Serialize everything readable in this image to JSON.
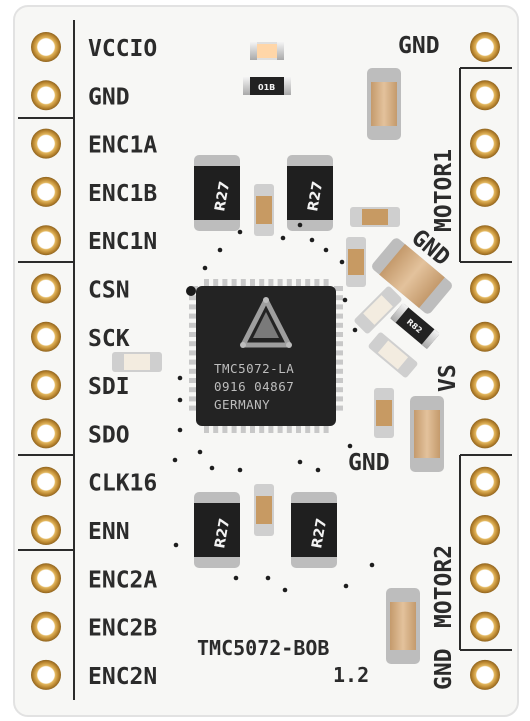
{
  "board": {
    "left_pins": [
      "VCCIO",
      "GND",
      "ENC1A",
      "ENC1B",
      "ENC1N",
      "CSN",
      "SCK",
      "SDI",
      "SDO",
      "CLK16",
      "ENN",
      "ENC2A",
      "ENC2B",
      "ENC2N"
    ],
    "right_top_label": "GND",
    "motor1_label": "MOTOR1",
    "motor2_label": "MOTOR2",
    "gnd_diag_label": "GND",
    "vs_label": "VS",
    "gnd_mid_label": "GND",
    "gnd_bottom_right_label": "GND",
    "board_name": "TMC5072-BOB",
    "board_version": "1.2",
    "chip_line1": "TMC5072-LA",
    "chip_line2": "0916 04867",
    "chip_line3": "GERMANY",
    "resistor_marking": "R27",
    "small_resistor_marking": "R82",
    "led_marking": "01B",
    "colors": {
      "board": "#f7f7f5",
      "pad_gold": "#c9943f",
      "chip": "#232323",
      "silkscreen": "#2b2b2b",
      "capacitor": "#d9b48a"
    }
  }
}
